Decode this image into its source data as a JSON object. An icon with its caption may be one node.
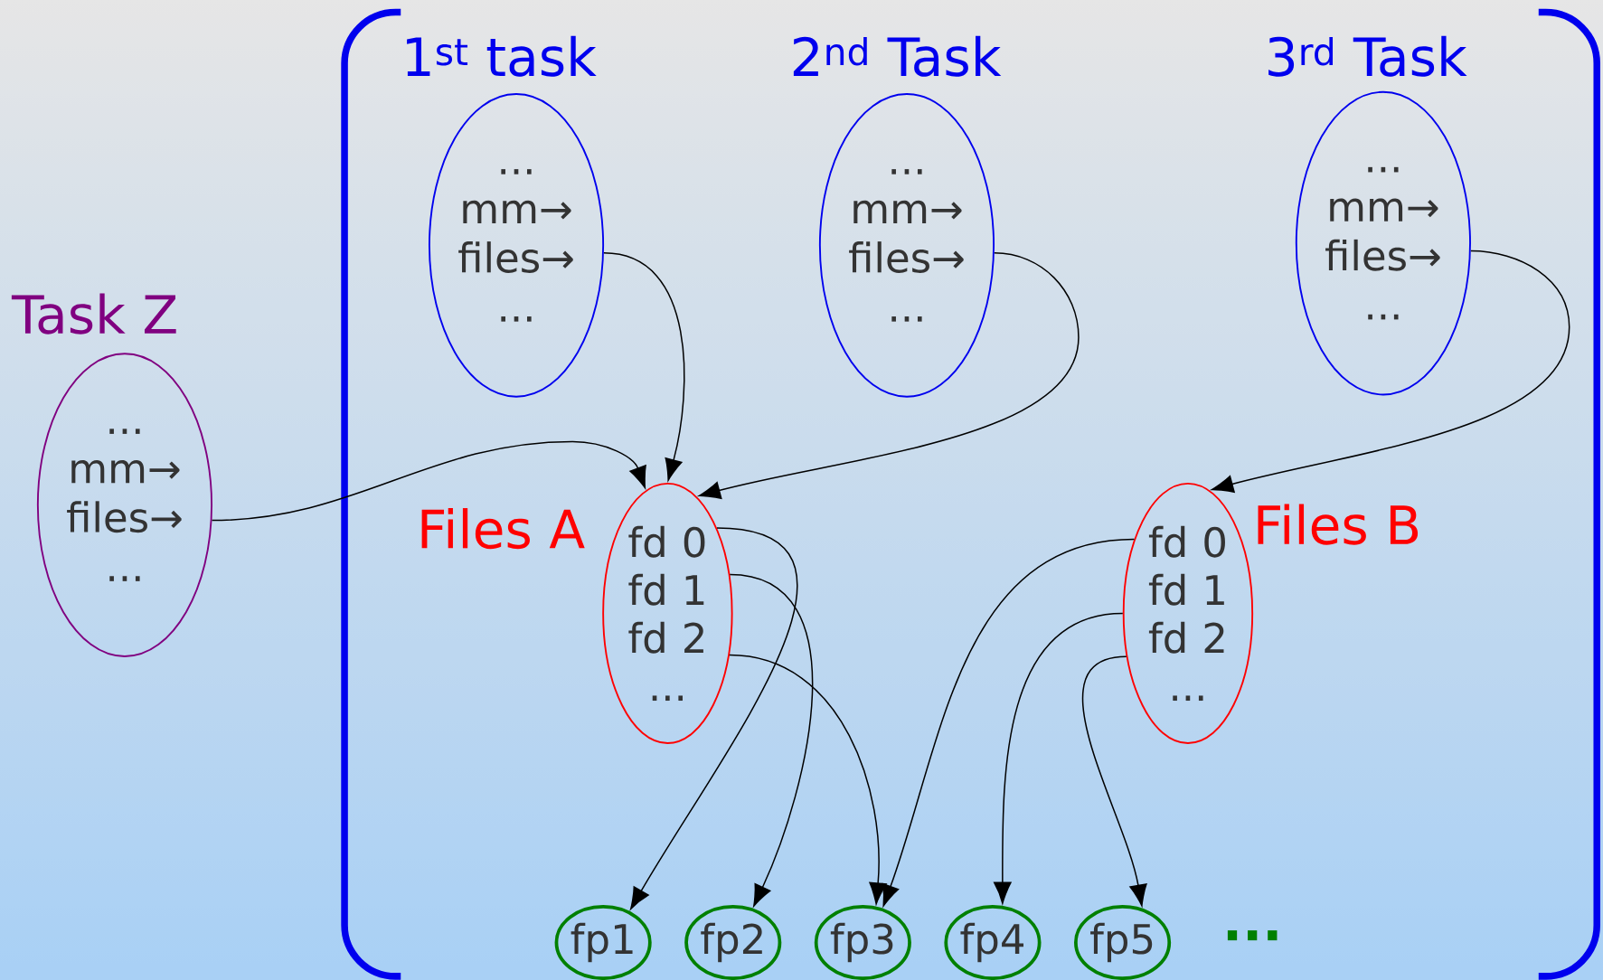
{
  "diagram": {
    "nodes": [
      {
        "text": [
          "1$^{st}$ task",
          "... mm→ files→ ..."
        ]
      },
      {
        "text": [
          "2$^{nd}$ Task",
          "... mm→ files→ ..."
        ]
      },
      {
        "text": [
          "3$^{rd}$ Task",
          "... mm→ files→ ..."
        ]
      },
      {
        "text": [
          "Task Z",
          "... mm→ files→ ..."
        ]
      },
      {
        "text": [
          "Files A",
          "fd 0 fd 1 fd 2 ..."
        ]
      },
      {
        "text": [
          "fd 0 fd 1 fd 2 ...",
          "Files B"
        ]
      },
      {
        "text": [
          "fp1"
        ]
      },
      {
        "text": [
          "fp2"
        ]
      },
      {
        "text": [
          "fp3"
        ]
      },
      {
        "text": [
          "fp4"
        ]
      },
      {
        "text": [
          "fp5"
        ]
      }
    ],
    "edges": [
      {
        "from": 0,
        "to": 4,
        "arrow": "to"
      },
      {
        "from": 1,
        "to": 4,
        "arrow": "to"
      },
      {
        "from": 3,
        "to": 4,
        "arrow": "to"
      },
      {
        "from": 2,
        "to": 5,
        "arrow": "to"
      },
      {
        "from": 4,
        "to": 6,
        "arrow": "to"
      },
      {
        "from": 4,
        "to": 7,
        "arrow": "to"
      },
      {
        "from": 4,
        "to": 8,
        "arrow": "to"
      },
      {
        "from": 5,
        "to": 8,
        "arrow": "to"
      },
      {
        "from": 5,
        "to": 9,
        "arrow": "to"
      },
      {
        "from": 5,
        "to": 10,
        "arrow": "to"
      }
    ],
    "labels": [
      "..."
    ]
  }
}
